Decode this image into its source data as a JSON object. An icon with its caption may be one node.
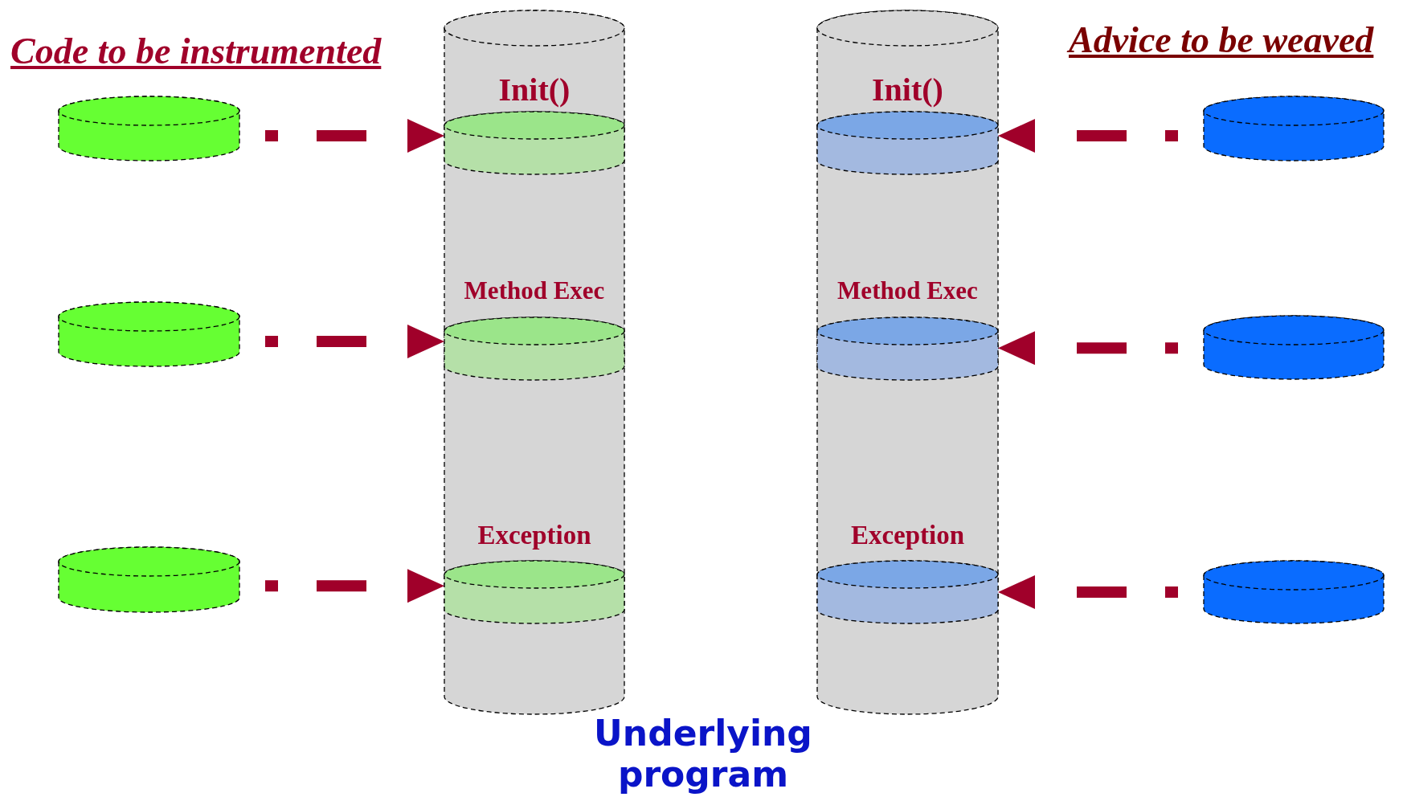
{
  "diagram": {
    "nodes": [
      {
        "text": [],
        "shape": "cylinder"
      },
      {
        "text": [
          "Init()"
        ],
        "in": 0
      },
      {
        "text": [
          "Method Exec"
        ],
        "in": 0
      },
      {
        "text": [
          "Exception"
        ],
        "in": 0
      },
      {
        "text": [],
        "shape": "cylinder"
      },
      {
        "text": [
          "Init()"
        ],
        "in": 4
      },
      {
        "text": [
          "Method Exec"
        ],
        "in": 4
      },
      {
        "text": [
          "Exception"
        ],
        "in": 4
      },
      {
        "text": [],
        "shape": "cylinder"
      },
      {
        "text": [],
        "shape": "cylinder"
      },
      {
        "text": [],
        "shape": "cylinder"
      },
      {
        "text": [],
        "shape": "cylinder"
      },
      {
        "text": [],
        "shape": "cylinder"
      },
      {
        "text": [],
        "shape": "cylinder"
      }
    ],
    "edges": [
      {
        "from": 8,
        "to": 1,
        "arrow": "to",
        "style": "dashed"
      },
      {
        "from": 9,
        "to": 2,
        "arrow": "to",
        "style": "dashed"
      },
      {
        "from": 10,
        "to": 3,
        "arrow": "to",
        "style": "dashed"
      },
      {
        "from": 11,
        "to": 5,
        "arrow": "to",
        "style": "dashed"
      },
      {
        "from": 12,
        "to": 6,
        "arrow": "to",
        "style": "dashed"
      },
      {
        "from": 13,
        "to": 7,
        "arrow": "to",
        "style": "dashed"
      }
    ],
    "labels": [
      "Code to be instrumented",
      "Advice to be weaved",
      "Underlying program"
    ]
  }
}
